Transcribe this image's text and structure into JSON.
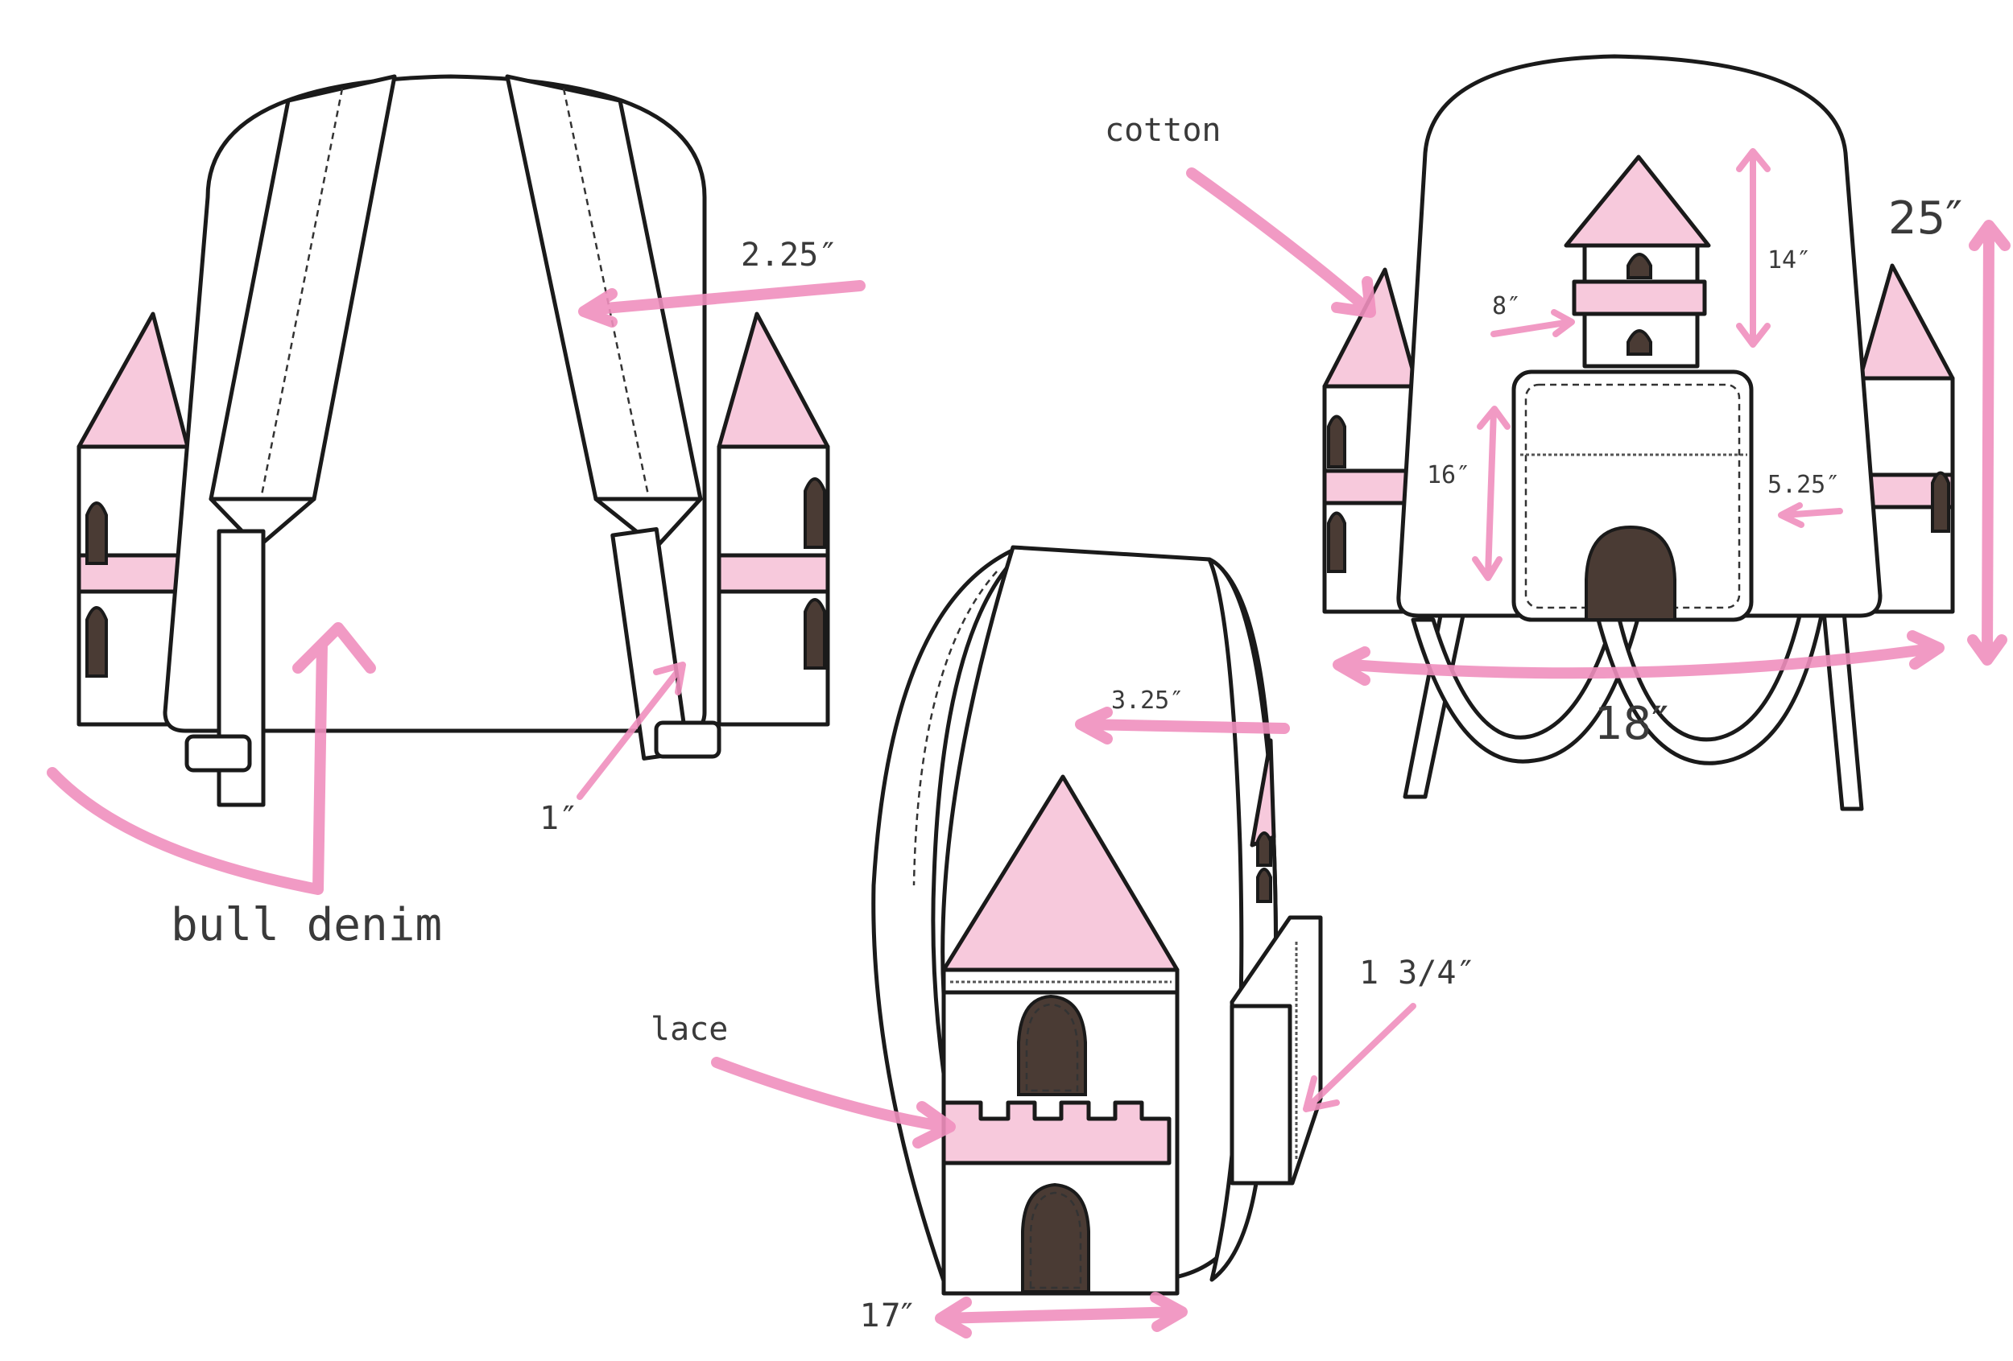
{
  "labels": {
    "material_back": "bull denim",
    "material_front": "cotton",
    "material_side": "lace",
    "strap_width": "2.25″",
    "buckle_width": "1″",
    "tower_height": "14″",
    "tower_width": "8″",
    "pocket_height": "16″",
    "pocket_width": "5.25″",
    "bag_height": "25″",
    "bag_width": "18″",
    "side_depth": "3.25″",
    "side_pocket_depth": "1 3/4″",
    "bottom_width": "17″"
  },
  "colors": {
    "arrow": "#ef8fbe",
    "accent_pink": "#f7c9dc",
    "door_brown": "#4a3b34",
    "outline": "#1a1a1a"
  }
}
